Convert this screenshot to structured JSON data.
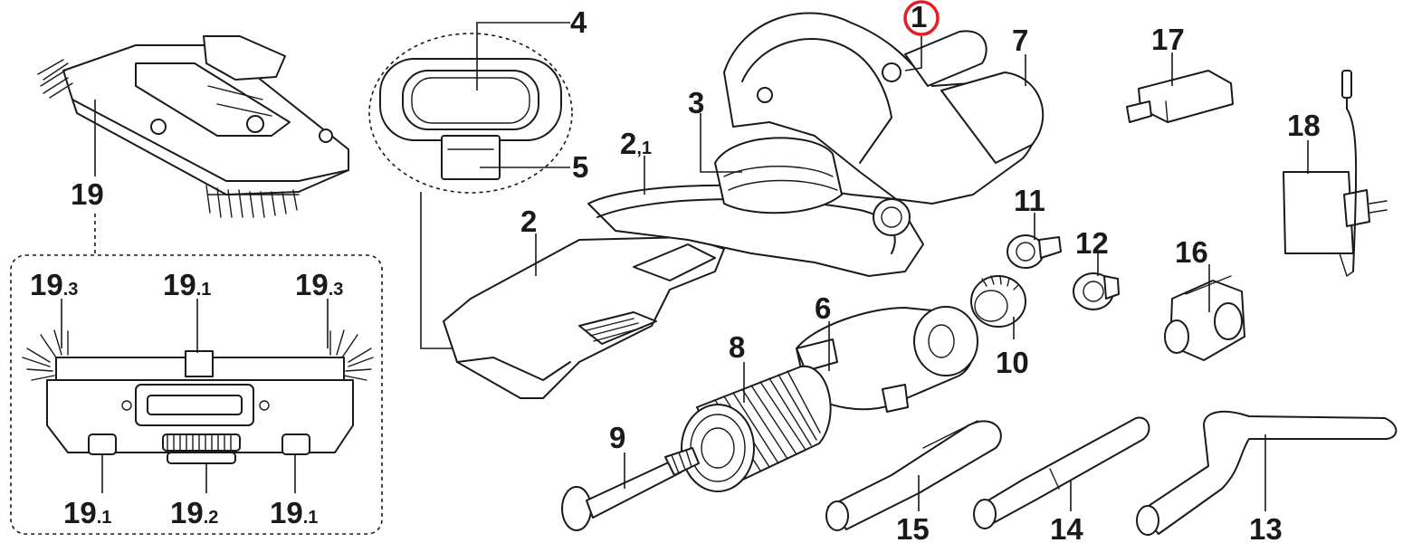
{
  "labels": {
    "p1": {
      "main": "1",
      "sub": ""
    },
    "p2": {
      "main": "2",
      "sub": ""
    },
    "p2_1": {
      "main": "2",
      "sub": ",1"
    },
    "p3": {
      "main": "3",
      "sub": ""
    },
    "p4": {
      "main": "4",
      "sub": ""
    },
    "p5": {
      "main": "5",
      "sub": ""
    },
    "p6": {
      "main": "6",
      "sub": ""
    },
    "p7": {
      "main": "7",
      "sub": ""
    },
    "p8": {
      "main": "8",
      "sub": ""
    },
    "p9": {
      "main": "9",
      "sub": ""
    },
    "p10": {
      "main": "10",
      "sub": ""
    },
    "p11": {
      "main": "11",
      "sub": ""
    },
    "p12": {
      "main": "12",
      "sub": ""
    },
    "p13": {
      "main": "13",
      "sub": ""
    },
    "p14": {
      "main": "14",
      "sub": ""
    },
    "p15": {
      "main": "15",
      "sub": ""
    },
    "p16": {
      "main": "16",
      "sub": ""
    },
    "p17": {
      "main": "17",
      "sub": ""
    },
    "p18": {
      "main": "18",
      "sub": ""
    },
    "p19": {
      "main": "19",
      "sub": ""
    },
    "p19_3_left": {
      "main": "19",
      "sub": ".3"
    },
    "p19_1_top": {
      "main": "19",
      "sub": ".1"
    },
    "p19_3_right": {
      "main": "19",
      "sub": ".3"
    },
    "p19_1_left": {
      "main": "19",
      "sub": ".1"
    },
    "p19_2": {
      "main": "19",
      "sub": ".2"
    },
    "p19_1_right": {
      "main": "19",
      "sub": ".1"
    }
  },
  "highlight": {
    "target": "p1",
    "color": "#e31e24"
  }
}
